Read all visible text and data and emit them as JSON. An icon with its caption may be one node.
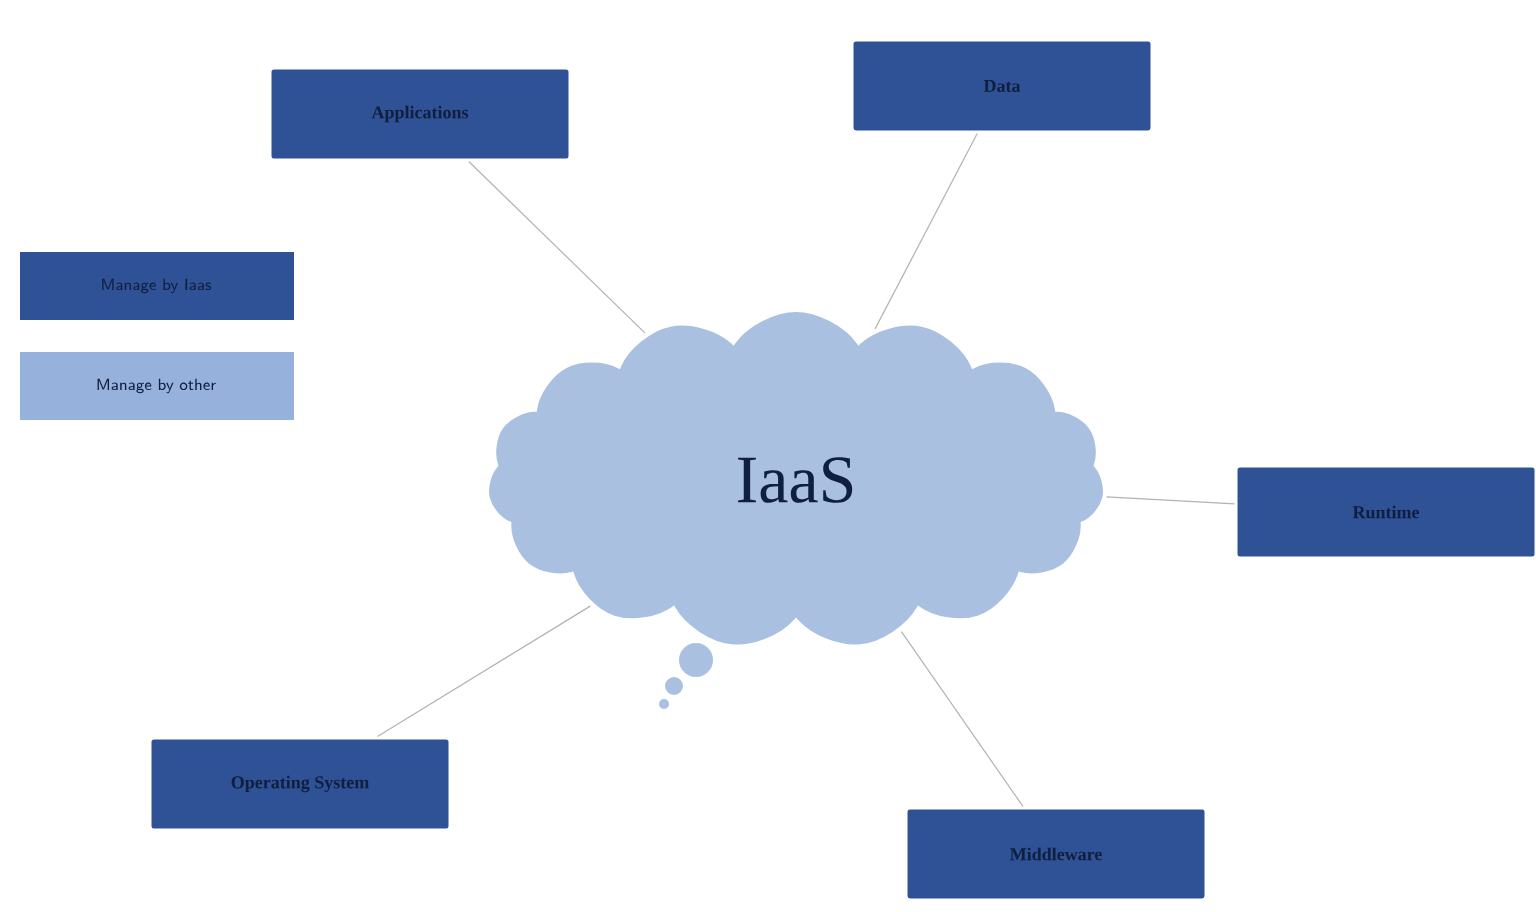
{
  "diagram": {
    "nodes": [
      {
        "text": [
          "IaaS"
        ]
      },
      {
        "text": [
          "Applications"
        ]
      },
      {
        "text": [
          "Data"
        ]
      },
      {
        "text": [
          "Runtime"
        ]
      },
      {
        "text": [
          "Middleware"
        ]
      },
      {
        "text": [
          "Operating System"
        ]
      }
    ],
    "edges": [
      {
        "from": 0,
        "to": 1,
        "arrow": "none"
      },
      {
        "from": 0,
        "to": 2,
        "arrow": "none"
      },
      {
        "from": 0,
        "to": 3,
        "arrow": "none"
      },
      {
        "from": 0,
        "to": 4,
        "arrow": "none"
      },
      {
        "from": 0,
        "to": 5,
        "arrow": "none"
      }
    ],
    "legend": [
      {
        "text": "Manage by Iaas",
        "color": "#2f5195"
      },
      {
        "text": "Manage by other",
        "color": "#95b1dc"
      }
    ]
  }
}
